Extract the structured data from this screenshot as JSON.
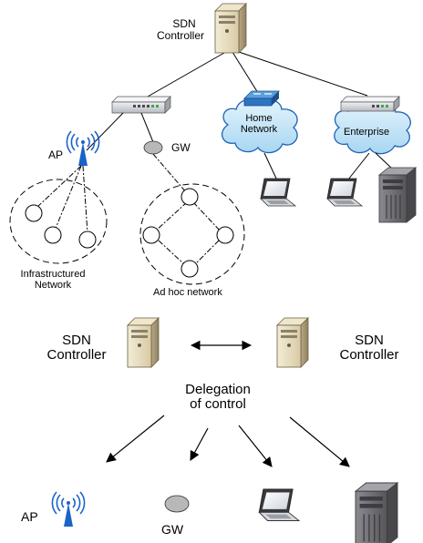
{
  "top": {
    "controller_label": [
      "SDN",
      "Controller"
    ],
    "ap_label": "AP",
    "gw_label": "GW",
    "home_network_label": [
      "Home",
      "Network"
    ],
    "enterprise_label": "Enterprise",
    "infrastructured_label": [
      "Infrastructured",
      "Network"
    ],
    "adhoc_label": "Ad hoc network"
  },
  "bottom": {
    "left_controller_label": [
      "SDN",
      "Controller"
    ],
    "right_controller_label": [
      "SDN",
      "Controller"
    ],
    "delegation_label": [
      "Delegation",
      "of control"
    ],
    "ap_label": "AP",
    "gw_label": "GW"
  },
  "colors": {
    "line": "#000000",
    "cloud_fill": "#bfe3f7",
    "cloud_stroke": "#1e63b3",
    "ap_blue": "#1a63c8",
    "gw_fill": "#b8b8b8",
    "server_beige": "#e6dcc0",
    "server_dark": "#6f6f73",
    "switch_gray": "#d9dce0"
  },
  "icons": [
    "server-icon",
    "switch-icon",
    "router-icon",
    "cloud-icon",
    "access-point-icon",
    "laptop-icon",
    "tower-server-icon",
    "gateway-node-icon"
  ]
}
